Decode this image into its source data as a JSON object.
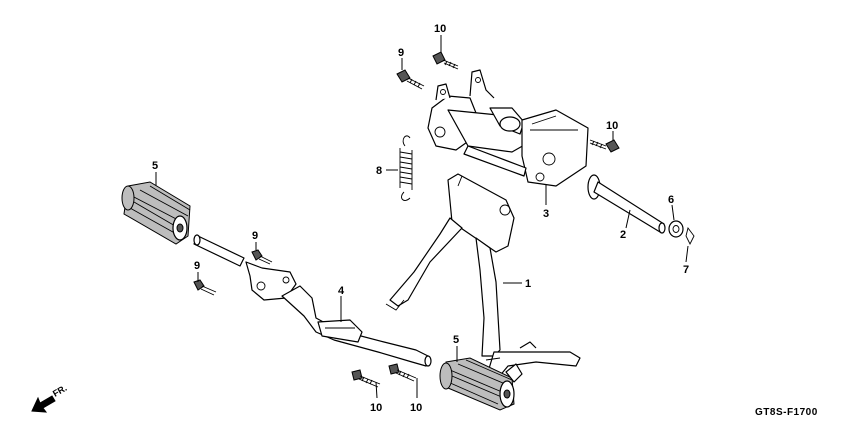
{
  "callouts": [
    {
      "id": "c1",
      "number": "1"
    },
    {
      "id": "c2",
      "number": "2"
    },
    {
      "id": "c3",
      "number": "3"
    },
    {
      "id": "c4",
      "number": "4"
    },
    {
      "id": "c5a",
      "number": "5"
    },
    {
      "id": "c5b",
      "number": "5"
    },
    {
      "id": "c6",
      "number": "6"
    },
    {
      "id": "c7",
      "number": "7"
    },
    {
      "id": "c8",
      "number": "8"
    },
    {
      "id": "c9a",
      "number": "9"
    },
    {
      "id": "c9b",
      "number": "9"
    },
    {
      "id": "c9c",
      "number": "9"
    },
    {
      "id": "c10a",
      "number": "10"
    },
    {
      "id": "c10b",
      "number": "10"
    },
    {
      "id": "c10c",
      "number": "10"
    },
    {
      "id": "c10d",
      "number": "10"
    }
  ],
  "front_indicator": {
    "label": "FR."
  },
  "diagram_code": "GT8S-F1700"
}
